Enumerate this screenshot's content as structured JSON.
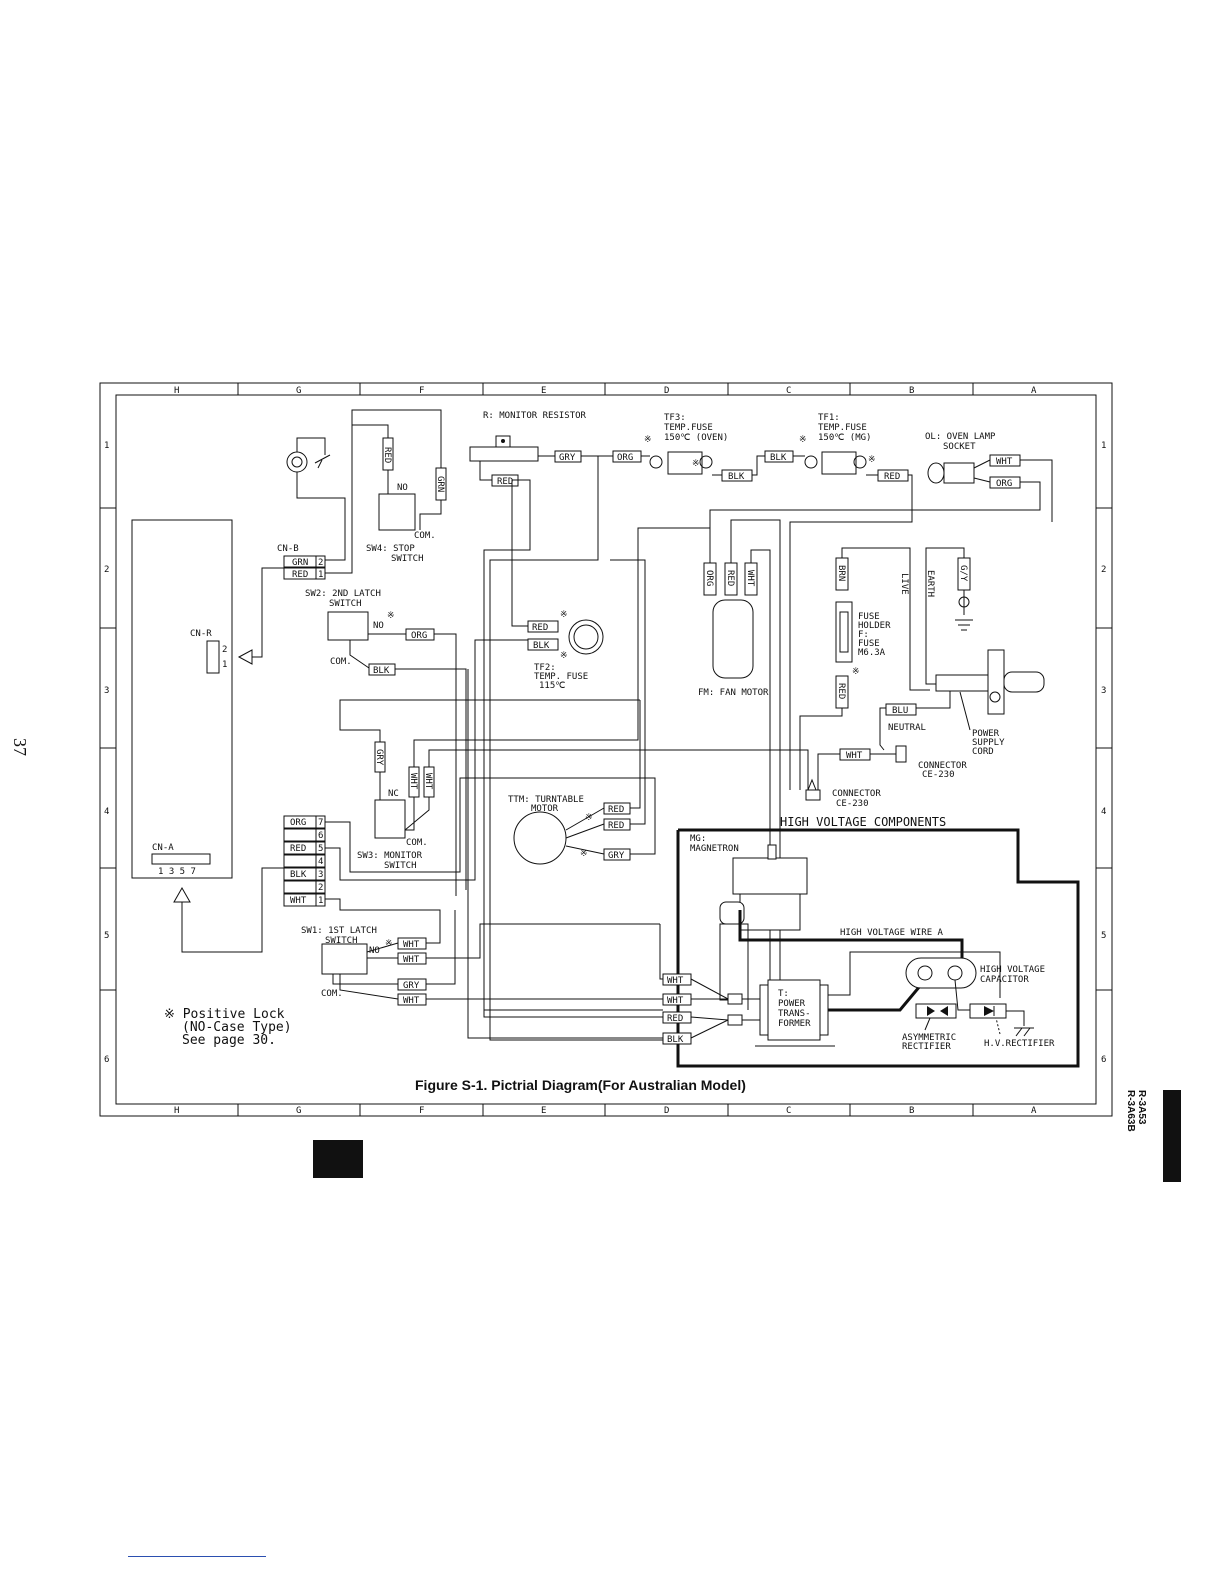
{
  "page": {
    "number": "37",
    "model_codes": [
      "R-3A53",
      "R-3A63B"
    ]
  },
  "figure": {
    "caption": "Figure S-1. Pictrial Diagram(For Australian Model)",
    "grid_columns": [
      "H",
      "G",
      "F",
      "E",
      "D",
      "C",
      "B",
      "A"
    ],
    "grid_rows": [
      "1",
      "2",
      "3",
      "4",
      "5",
      "6"
    ]
  },
  "components": {
    "monitor_resistor": "R: MONITOR RESISTOR",
    "tf3": [
      "TF3:",
      "TEMP.FUSE",
      "150℃ (OVEN)"
    ],
    "tf1": [
      "TF1:",
      "TEMP.FUSE",
      "150℃ (MG)"
    ],
    "oven_lamp": [
      "OL: OVEN LAMP",
      "SOCKET"
    ],
    "sw4": [
      "SW4: STOP",
      "SWITCH"
    ],
    "sw2": [
      "SW2: 2ND LATCH",
      "SWITCH"
    ],
    "sw3": [
      "SW3: MONITOR",
      "SWITCH"
    ],
    "sw1": [
      "SW1: 1ST LATCH",
      "SWITCH"
    ],
    "tf2": [
      "TF2:",
      "TEMP. FUSE",
      "115℃"
    ],
    "fan_motor": "FM: FAN MOTOR",
    "fuse": [
      "FUSE",
      "HOLDER",
      "F:",
      "FUSE",
      "M6.3A"
    ],
    "turntable": [
      "TTM: TURNTABLE",
      "MOTOR"
    ],
    "power_cord": [
      "POWER",
      "SUPPLY",
      "CORD"
    ],
    "connector1": [
      "CONNECTOR",
      "CE-230"
    ],
    "connector2": [
      "CONNECTOR",
      "CE-230"
    ],
    "hv_title": "HIGH VOLTAGE COMPONENTS",
    "magnetron": [
      "MG:",
      "MAGNETRON"
    ],
    "hv_wire": "HIGH VOLTAGE WIRE A",
    "hv_capacitor": [
      "HIGH VOLTAGE",
      "CAPACITOR"
    ],
    "transformer": [
      "T:",
      "POWER",
      "TRANS-",
      "FORMER"
    ],
    "asym_rectifier": [
      "ASYMMETRIC",
      "RECTIFIER"
    ],
    "hv_rectifier": "H.V.RECTIFIER",
    "live": "LIVE",
    "earth": "EARTH",
    "neutral": "NEUTRAL"
  },
  "connectors": {
    "cn_a": {
      "label": "CN-A",
      "pins": "1 3 5 7"
    },
    "cn_b": {
      "label": "CN-B",
      "rows": [
        [
          "GRN",
          "2"
        ],
        [
          "RED",
          "1"
        ]
      ]
    },
    "cn_r": {
      "label": "CN-R",
      "pins": [
        "2",
        "1"
      ]
    },
    "main": {
      "rows": [
        [
          "ORG",
          "7"
        ],
        [
          "",
          "6"
        ],
        [
          "RED",
          "5"
        ],
        [
          "",
          "4"
        ],
        [
          "BLK",
          "3"
        ],
        [
          "",
          "2"
        ],
        [
          "WHT",
          "1"
        ]
      ]
    }
  },
  "labels": {
    "no": "NO",
    "nc": "NC",
    "com": "COM.",
    "org": "ORG",
    "red": "RED",
    "blk": "BLK",
    "wht": "WHT",
    "gry": "GRY",
    "grn": "GRN",
    "blu": "BLU",
    "brn": "BRN",
    "gy": "G/Y"
  },
  "note": [
    "※ Positive Lock",
    "(NO-Case Type)",
    "See page 30."
  ],
  "lock_mark": "※"
}
